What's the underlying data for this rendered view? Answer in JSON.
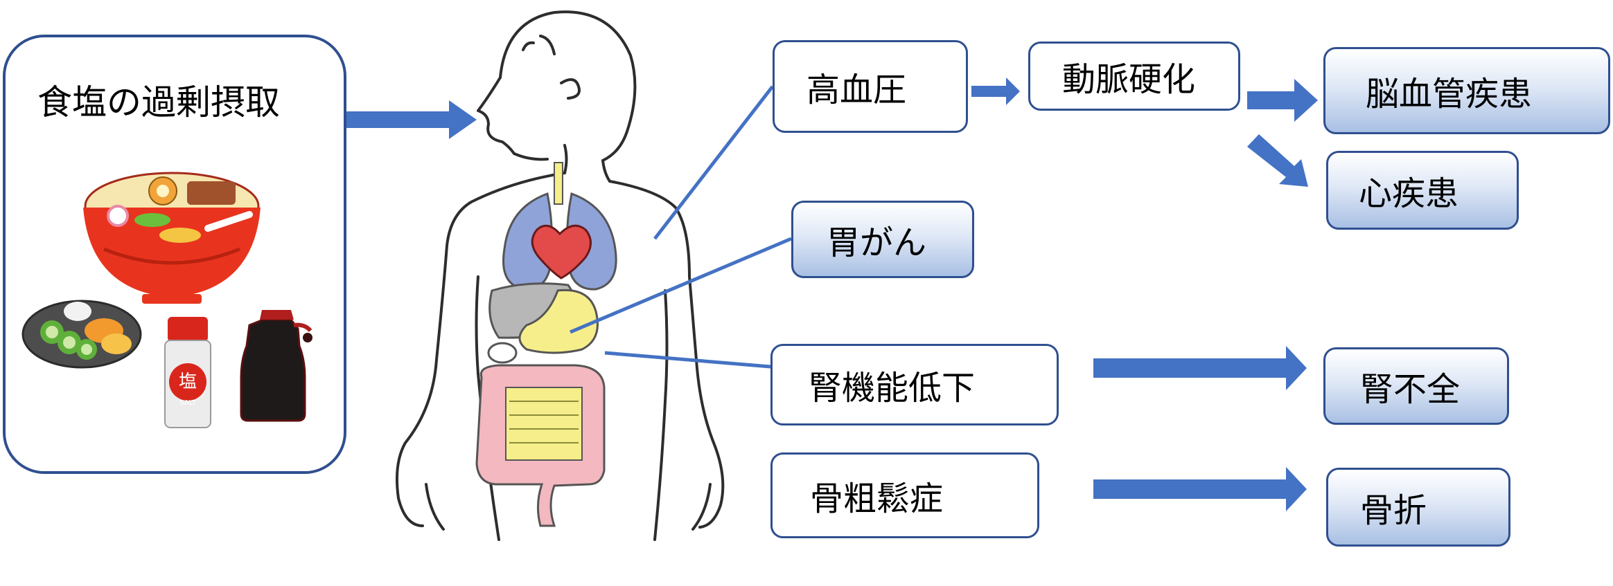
{
  "source": {
    "title": "食塩の過剰摂取",
    "salt_shaker_label": "塩",
    "salt_shaker_sub": "SALT"
  },
  "diseases": {
    "hypertension": "高血圧",
    "arteriosclerosis": "動脈硬化",
    "cerebrovascular": "脳血管疾患",
    "heart": "心疾患",
    "stomach_cancer": "胃がん",
    "kidney_decline": "腎機能低下",
    "kidney_failure": "腎不全",
    "osteoporosis": "骨粗鬆症",
    "fracture": "骨折"
  },
  "colors": {
    "border": "#2f4f8f",
    "arrow": "#4472c4",
    "connector": "#4472c4",
    "gradient_light": "#dfe8f6",
    "gradient_dark": "#a9c0e4",
    "lung": "#8fa3d9",
    "heart": "#e34b4b",
    "liver": "#b7b7b7",
    "stomach": "#f6ee8a",
    "intestine": "#f3b8c0"
  },
  "icons": [
    "ramen-bowl-icon",
    "pickles-plate-icon",
    "salt-shaker-icon",
    "soy-sauce-bottle-icon",
    "human-body-icon"
  ]
}
